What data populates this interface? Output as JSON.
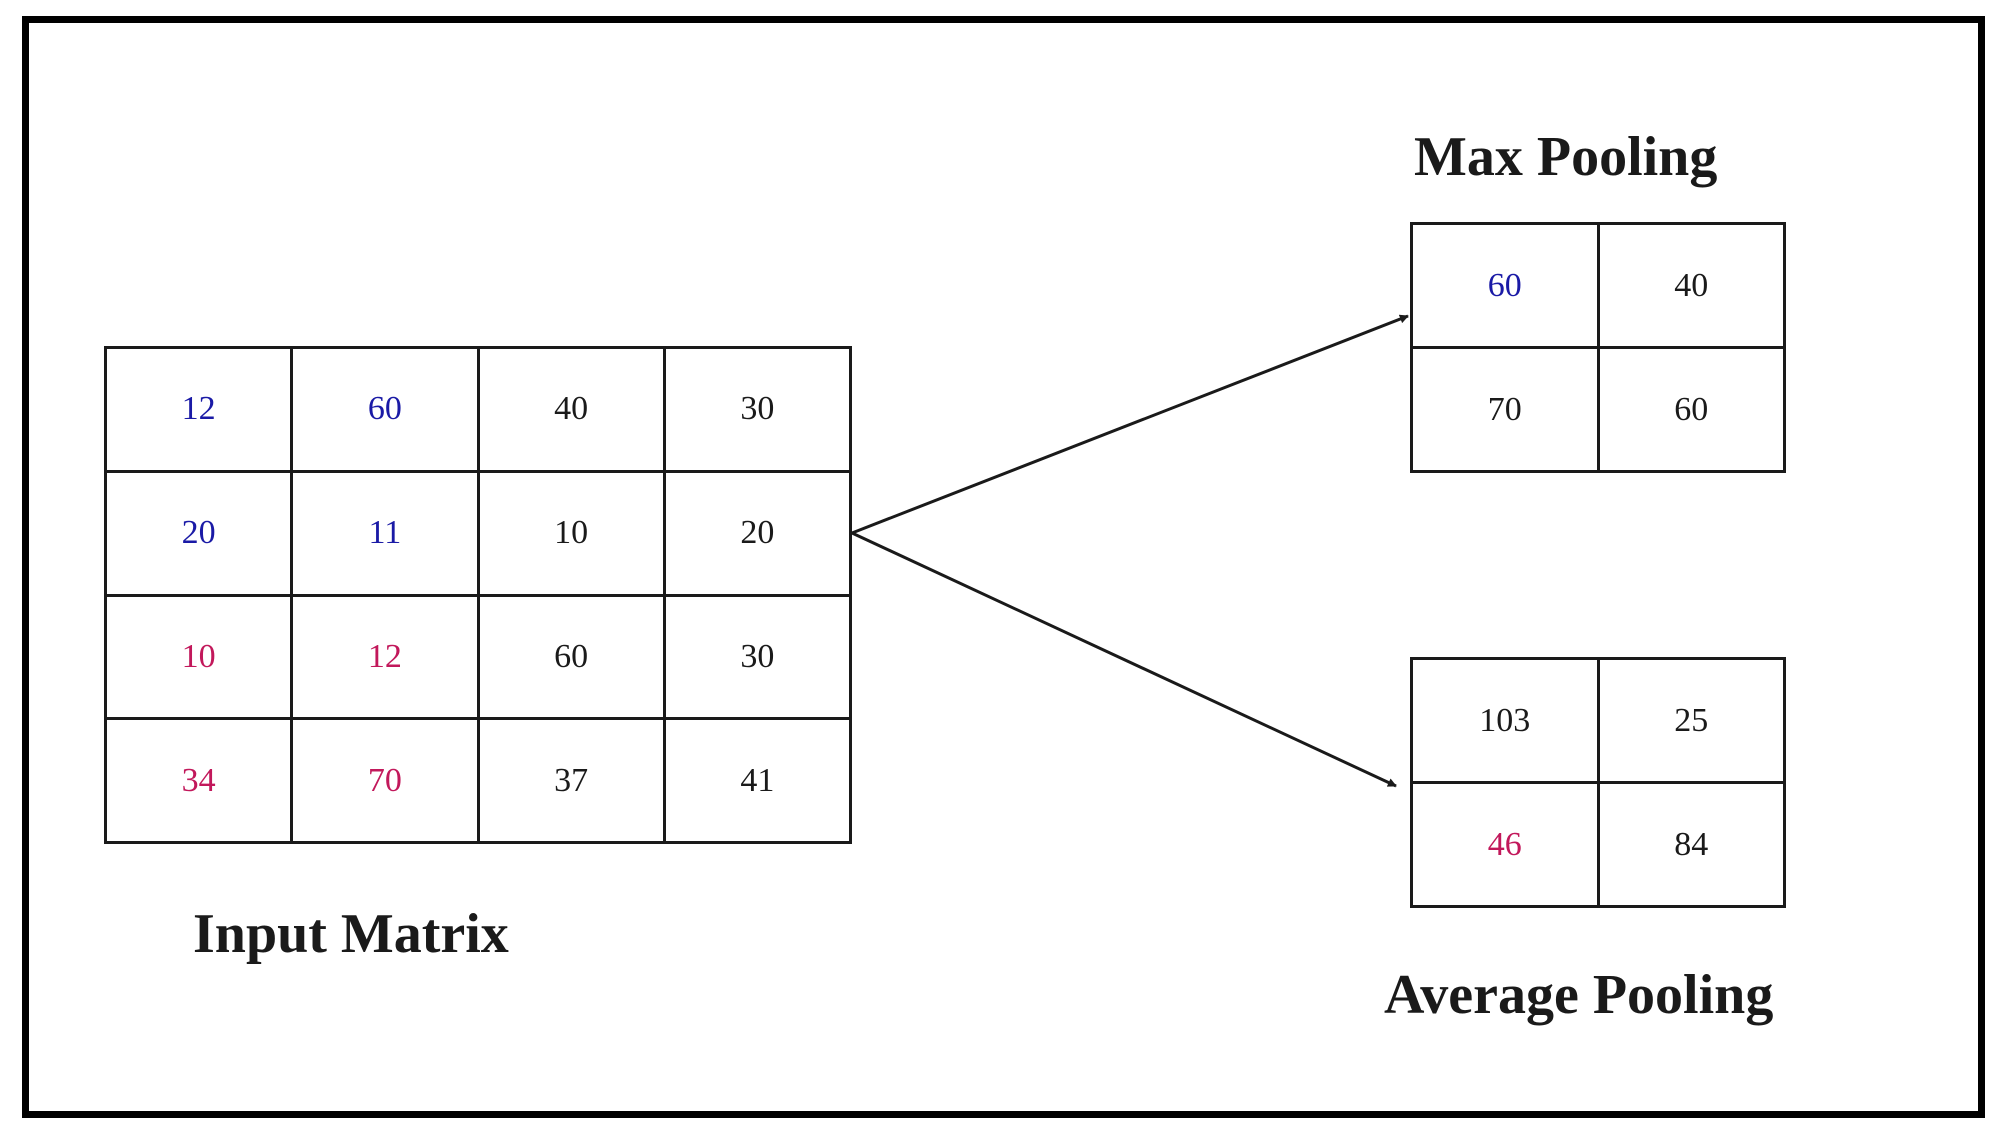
{
  "colors": {
    "blue": "#1a1aa6",
    "magenta": "#c2185b",
    "black": "#1a1a1a"
  },
  "input_matrix": {
    "label": "Input Matrix",
    "rows": [
      [
        {
          "value": "12",
          "color": "#1a1aa6"
        },
        {
          "value": "60",
          "color": "#1a1aa6"
        },
        {
          "value": "40",
          "color": "#1a1a1a"
        },
        {
          "value": "30",
          "color": "#1a1a1a"
        }
      ],
      [
        {
          "value": "20",
          "color": "#1a1aa6"
        },
        {
          "value": "11",
          "color": "#1a1aa6"
        },
        {
          "value": "10",
          "color": "#1a1a1a"
        },
        {
          "value": "20",
          "color": "#1a1a1a"
        }
      ],
      [
        {
          "value": "10",
          "color": "#c2185b"
        },
        {
          "value": "12",
          "color": "#c2185b"
        },
        {
          "value": "60",
          "color": "#1a1a1a"
        },
        {
          "value": "30",
          "color": "#1a1a1a"
        }
      ],
      [
        {
          "value": "34",
          "color": "#c2185b"
        },
        {
          "value": "70",
          "color": "#c2185b"
        },
        {
          "value": "37",
          "color": "#1a1a1a"
        },
        {
          "value": "41",
          "color": "#1a1a1a"
        }
      ]
    ]
  },
  "max_pooling": {
    "label": "Max Pooling",
    "rows": [
      [
        {
          "value": "60",
          "color": "#1a1aa6"
        },
        {
          "value": "40",
          "color": "#1a1a1a"
        }
      ],
      [
        {
          "value": "70",
          "color": "#1a1a1a"
        },
        {
          "value": "60",
          "color": "#1a1a1a"
        }
      ]
    ]
  },
  "average_pooling": {
    "label": "Average Pooling",
    "rows": [
      [
        {
          "value": "103",
          "color": "#1a1a1a"
        },
        {
          "value": "25",
          "color": "#1a1a1a"
        }
      ],
      [
        {
          "value": "46",
          "color": "#c2185b"
        },
        {
          "value": "84",
          "color": "#1a1a1a"
        }
      ]
    ]
  }
}
